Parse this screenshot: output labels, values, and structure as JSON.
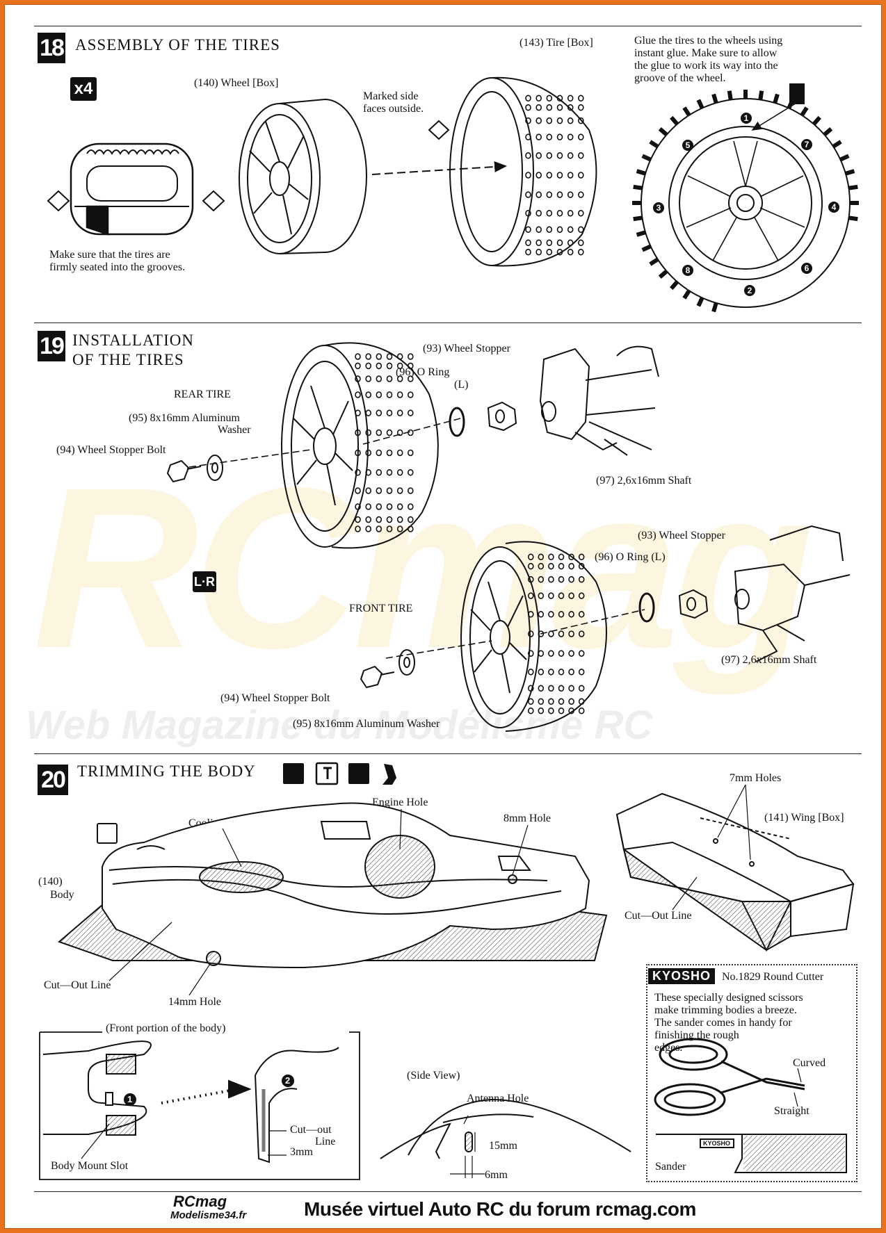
{
  "steps": {
    "s18": {
      "number": "18",
      "title": "ASSEMBLY OF THE TIRES",
      "quantity": "x4",
      "wheel_label": "(140)  Wheel  [Box]",
      "tire_label": "(143)  Tire  [Box]",
      "marked_side": "Marked side\nfaces outside.",
      "seat_note": "Make sure that the tires are\nfirmly seated into the grooves.",
      "glue_note": "Glue the tires to the wheels using\ninstant glue. Make sure to allow\nthe glue to work its way into the\ngroove of the wheel.",
      "glue_order": [
        "1",
        "2",
        "3",
        "4",
        "5",
        "6",
        "7",
        "8"
      ]
    },
    "s19": {
      "number": "19",
      "title": "INSTALLATION\nOF THE TIRES",
      "rear_tire": "REAR TIRE",
      "front_tire": "FRONT TIRE",
      "lr_badge": "L·R",
      "rear": {
        "wheel_stopper": "(93)  Wheel Stopper",
        "o_ring": "(96)  O Ring",
        "o_ring_side": "(L)",
        "washer_1": "(95)  8x16mm  Aluminum",
        "washer_2": "Washer",
        "bolt": "(94)  Wheel Stopper Bolt",
        "shaft": "(97)  2,6x16mm Shaft"
      },
      "front": {
        "wheel_stopper": "(93)  Wheel Stopper",
        "o_ring": "(96)  O Ring   (L)",
        "shaft": "(97)  2,6x16mm Shaft",
        "bolt": "(94)  Wheel Stopper Bolt",
        "washer": "(95)  8x16mm  Aluminum Washer"
      }
    },
    "s20": {
      "number": "20",
      "title": "TRIMMING THE BODY",
      "body_label_1": "(140)",
      "body_label_2": "Body",
      "cooling_hole": "Cooling Hole",
      "engine_hole": "Engine Hole",
      "hole_8mm": "8mm Hole",
      "cut_out_line": "Cut—Out Line",
      "hole_14mm": "14mm Hole",
      "holes_7mm": "7mm Holes",
      "wing": "(141)  Wing [Box]",
      "wing_cut_out": "Cut—Out Line",
      "front_portion": "(Front portion of the body)",
      "step_1": "1",
      "step_2": "2",
      "body_mount_slot": "Body Mount Slot",
      "cut_out_line_2": "Cut—out",
      "cut_out_line_3": "Line",
      "dim_3mm": "3mm",
      "side_view": "(Side View)",
      "antenna_hole": "Antenna Hole",
      "dim_15mm": "15mm",
      "dim_6mm": "6mm",
      "kyosho": {
        "brand": "KYOSHO",
        "product": "No.1829 Round Cutter",
        "description": "These specially designed scissors\nmake trimming bodies a breeze.\nThe sander comes in handy for\n          finishing the rough\n                  edges.",
        "curved": "Curved",
        "straight": "Straight",
        "sander": "Sander",
        "sander_brand": "KYOSHO"
      }
    }
  },
  "watermark": {
    "big": "RCmag",
    "sub": "Web Magazine du Modélisme RC"
  },
  "footer": {
    "logo_top": "RCmag",
    "logo_bottom": "Modelisme34.fr",
    "text": "Musée virtuel Auto RC du forum rcmag.com"
  }
}
